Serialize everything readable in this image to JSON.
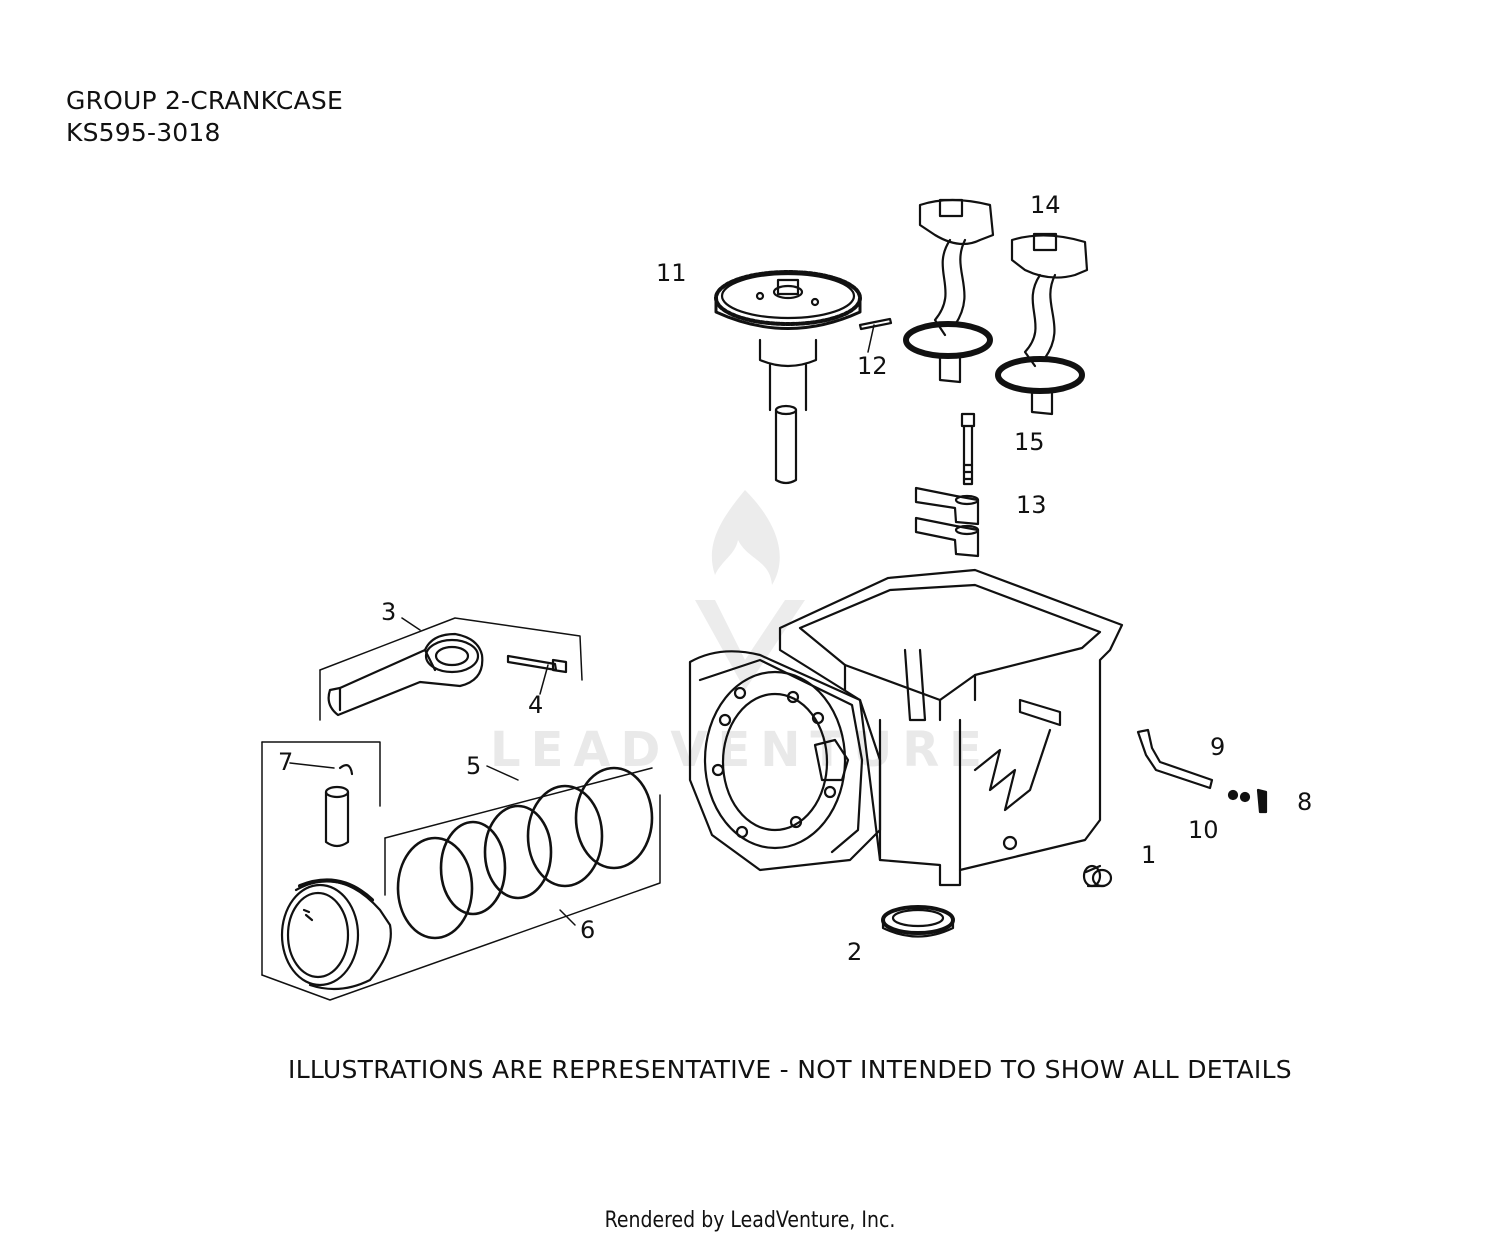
{
  "header": {
    "group_title": "GROUP 2-CRANKCASE",
    "model_code": "KS595-3018"
  },
  "callouts": [
    {
      "id": "1",
      "text": "1"
    },
    {
      "id": "2",
      "text": "2"
    },
    {
      "id": "3",
      "text": "3"
    },
    {
      "id": "4",
      "text": "4"
    },
    {
      "id": "5",
      "text": "5"
    },
    {
      "id": "6",
      "text": "6"
    },
    {
      "id": "7",
      "text": "7"
    },
    {
      "id": "8",
      "text": "8"
    },
    {
      "id": "9",
      "text": "9"
    },
    {
      "id": "10",
      "text": "10"
    },
    {
      "id": "11",
      "text": "11"
    },
    {
      "id": "12",
      "text": "12"
    },
    {
      "id": "13",
      "text": "13"
    },
    {
      "id": "14",
      "text": "14"
    },
    {
      "id": "15",
      "text": "15"
    }
  ],
  "disclaimer": "ILLUSTRATIONS ARE REPRESENTATIVE - NOT INTENDED TO SHOW ALL DETAILS",
  "footer": {
    "rendered_by": "Rendered by LeadVenture, Inc."
  },
  "watermark": {
    "text": "LEADVENTURE",
    "color": "#e6e6e6"
  },
  "colors": {
    "line": "#111111",
    "background": "#ffffff"
  }
}
